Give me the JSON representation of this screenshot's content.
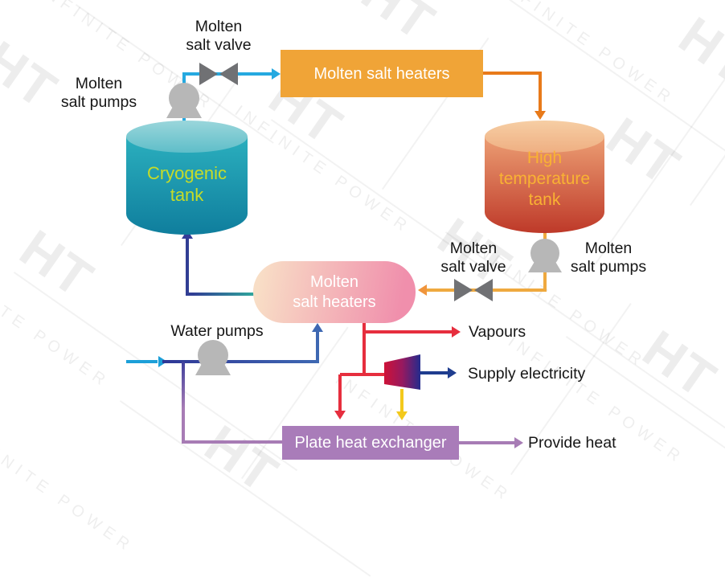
{
  "watermark": {
    "brand": "HT",
    "tagline": "INFINITE POWER"
  },
  "flow_labels": {
    "top_molten_salt_valve": "Molten\nsalt valve",
    "top_molten_salt_pumps": "Molten\nsalt pumps",
    "right_molten_salt_valve": "Molten\nsalt valve",
    "right_molten_salt_pumps": "Molten\nsalt pumps",
    "water_pumps": "Water pumps",
    "vapours": "Vapours",
    "supply_electricity": "Supply electricity",
    "provide_heat": "Provide heat"
  },
  "nodes": {
    "molten_salt_heaters_top": "Molten salt heaters",
    "molten_salt_heaters_mid": "Molten\nsalt heaters",
    "cryogenic_tank": "Cryogenic\ntank",
    "high_temperature_tank": "High\ntemperature\ntank",
    "plate_heat_exchanger": "Plate heat exchanger"
  },
  "icons": {
    "pump": "pump-icon (grey circle with skirt base)",
    "valve": "valve-icon (grey bow-tie)",
    "turbine": "turbine-icon (red-to-blue trapezoid)"
  },
  "colors": {
    "heater_box_orange": "#F0A437",
    "pink_box_gradient": [
      "#F8DEC6",
      "#F08FAC"
    ],
    "purple_box": "#A97CB9",
    "cryogenic_tank_body": [
      "#2BAFBE",
      "#0F7E9D"
    ],
    "cryogenic_tank_text": "#C6DC28",
    "high_temp_tank_body": [
      "#EC9E73",
      "#BE3929"
    ],
    "high_temp_tank_text": "#F9B233",
    "pipe_light_blue": "#25A9E0",
    "pipe_orange": "#E87A1A",
    "pipe_yellow": "#EFA93F",
    "pipe_red": "#E62E3E",
    "pipe_navy": "#1F3D8F",
    "pipe_gold": "#F3C91C",
    "pipe_purple": "#A77CB5",
    "pipe_cyan": "#1C9FD8",
    "pipe_steel_blue": "#3E68B2",
    "pipe_teal": "#2FA89C",
    "pump_gray": "#B7B7B7",
    "valve_gray": "#707174"
  }
}
